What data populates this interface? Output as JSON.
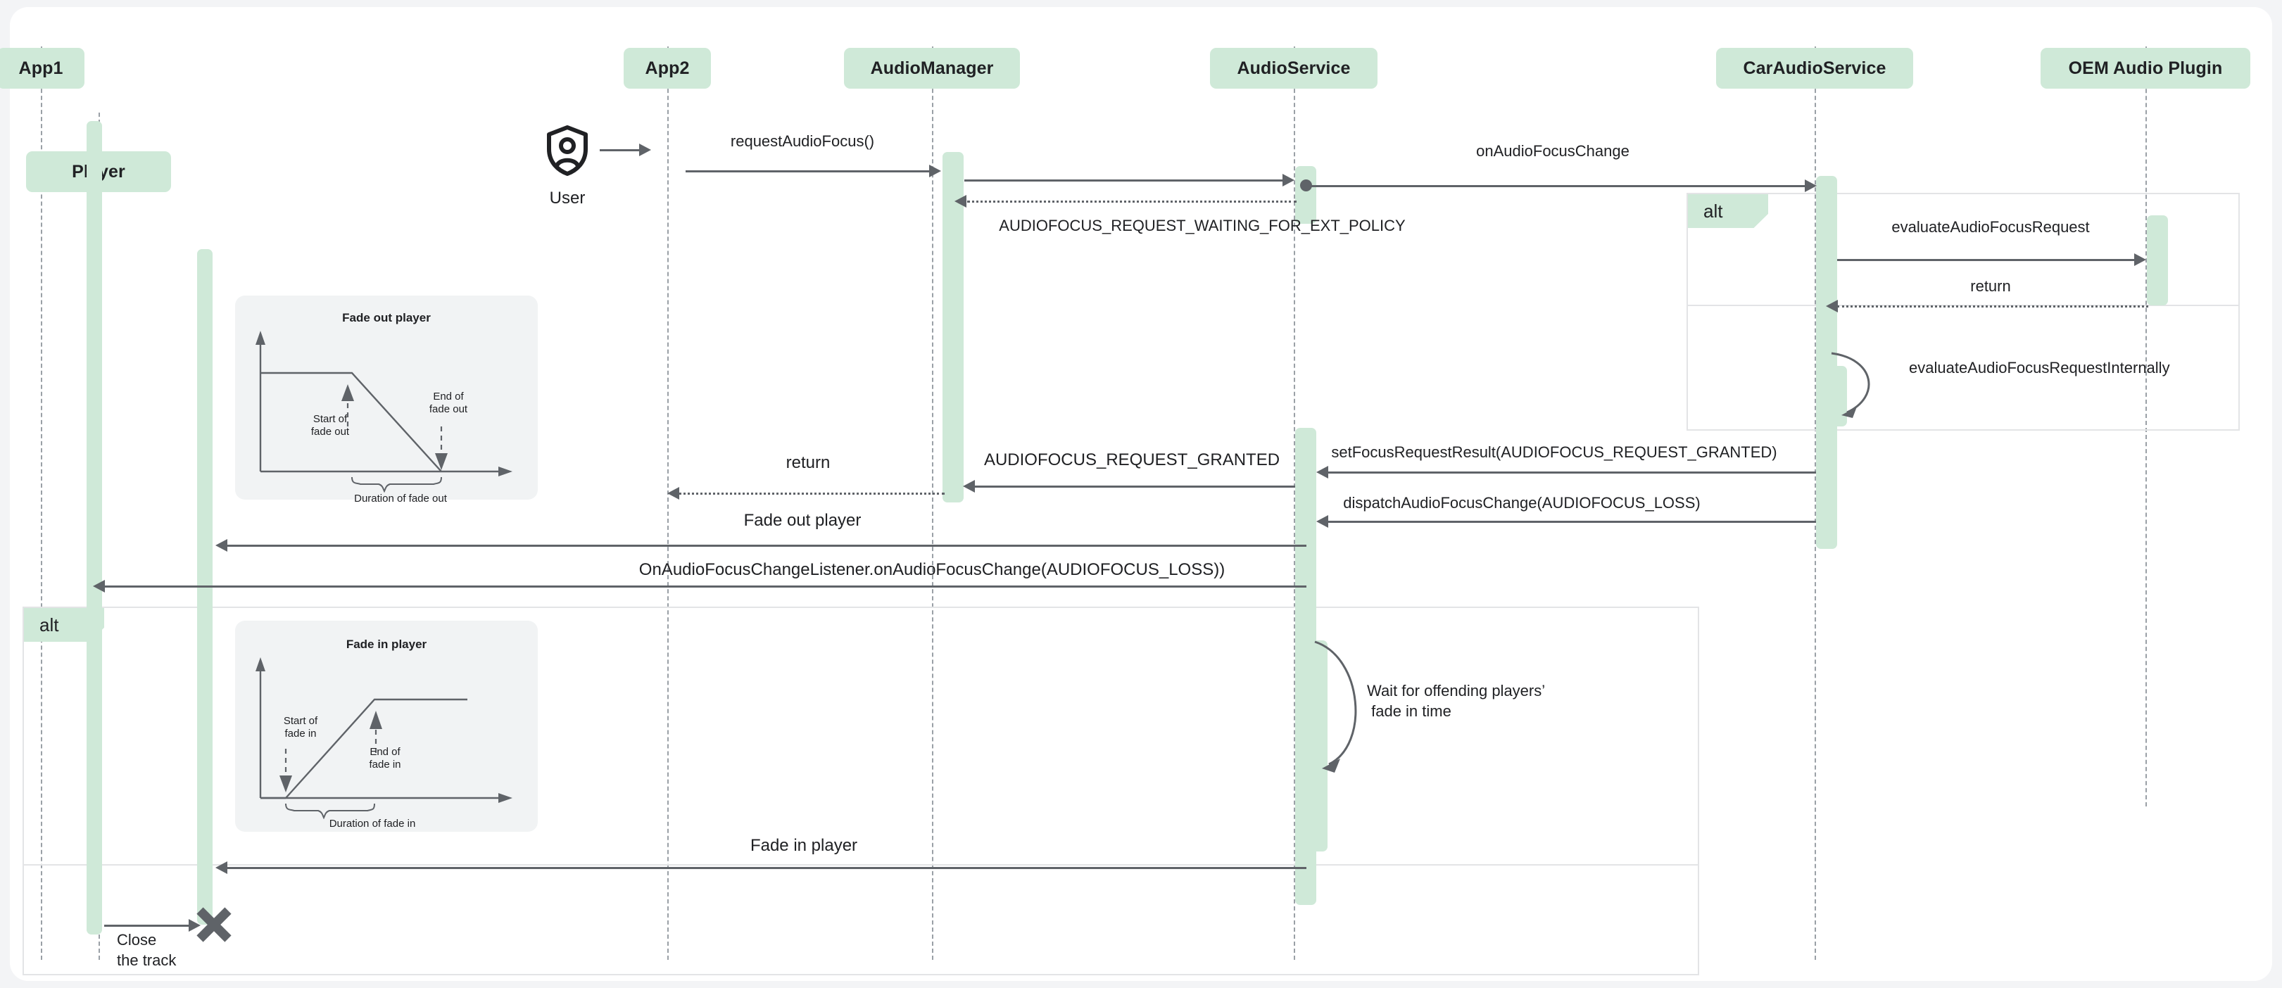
{
  "diagram": {
    "type": "uml-sequence-diagram",
    "title": "Audio focus fade in/out sequence",
    "colors": {
      "participant_fill": "#cfe9d8",
      "activation_fill": "#cfe9d8",
      "line": "#5f6368",
      "lifeline": "#9aa0a6",
      "note_fill": "#f1f3f4",
      "fragment_border": "#e3e4e6",
      "page_background": "#f3f4f6",
      "canvas_background": "#ffffff"
    }
  },
  "participants": [
    {
      "id": "app1",
      "label": "App1"
    },
    {
      "id": "player",
      "label": "Player"
    },
    {
      "id": "app2",
      "label": "App2"
    },
    {
      "id": "audiomanager",
      "label": "AudioManager"
    },
    {
      "id": "audioservice",
      "label": "AudioService"
    },
    {
      "id": "caraudioservice",
      "label": "CarAudioService"
    },
    {
      "id": "oemplugin",
      "label": "OEM Audio Plugin"
    }
  ],
  "actors": [
    {
      "id": "user",
      "label": "User",
      "icon": "user-shield-icon"
    }
  ],
  "messages": [
    {
      "id": "m1",
      "label": "requestAudioFocus()",
      "from": "user",
      "to": "audiomanager",
      "style": "solid"
    },
    {
      "id": "m2",
      "label": "",
      "from": "audiomanager",
      "to": "audioservice",
      "style": "solid"
    },
    {
      "id": "m3",
      "label": "onAudioFocusChange",
      "from": "audioservice",
      "to": "caraudioservice",
      "style": "solid"
    },
    {
      "id": "m4",
      "label": "AUDIOFOCUS_REQUEST_WAITING_FOR_EXT_POLICY",
      "from": "audioservice",
      "to": "audiomanager",
      "style": "dotted"
    },
    {
      "id": "m5",
      "label": "evaluateAudioFocusRequest",
      "from": "caraudioservice",
      "to": "oemplugin",
      "style": "solid"
    },
    {
      "id": "m6",
      "label": "return",
      "from": "oemplugin",
      "to": "caraudioservice",
      "style": "dotted"
    },
    {
      "id": "m7",
      "label": "evaluateAudioFocusRequestInternally",
      "from": "caraudioservice",
      "to": "caraudioservice",
      "style": "self"
    },
    {
      "id": "m8",
      "label": "setFocusRequestResult(AUDIOFOCUS_REQUEST_GRANTED)",
      "from": "caraudioservice",
      "to": "audioservice",
      "style": "solid"
    },
    {
      "id": "m9",
      "label": "AUDIOFOCUS_REQUEST_GRANTED",
      "from": "audioservice",
      "to": "audiomanager",
      "style": "solid"
    },
    {
      "id": "m10",
      "label": "return",
      "from": "audiomanager",
      "to": "app2",
      "style": "dotted"
    },
    {
      "id": "m11",
      "label": "dispatchAudioFocusChange(AUDIOFOCUS_LOSS)",
      "from": "caraudioservice",
      "to": "audioservice",
      "style": "solid"
    },
    {
      "id": "m12",
      "label": "Fade out player",
      "from": "audioservice",
      "to": "player",
      "style": "solid"
    },
    {
      "id": "m13",
      "label": "OnAudioFocusChangeListener.onAudioFocusChange(AUDIOFOCUS_LOSS))",
      "from": "audioservice",
      "to": "app1",
      "style": "solid"
    },
    {
      "id": "m14",
      "label": "Wait for offending players’ fade in time",
      "from": "audioservice",
      "to": "audioservice",
      "style": "self"
    },
    {
      "id": "m15",
      "label": "Fade in player",
      "from": "audioservice",
      "to": "player",
      "style": "solid"
    },
    {
      "id": "m16",
      "label": "Close the track",
      "from": "app1",
      "to": "player",
      "style": "solid",
      "terminates": true
    }
  ],
  "fragments": [
    {
      "id": "frag-right",
      "label": "alt",
      "operands": 2
    },
    {
      "id": "frag-left",
      "label": "alt",
      "operands": 2
    }
  ],
  "notes": [
    {
      "id": "note-fade-out",
      "title": "Fade out player",
      "annotations": [
        "Start of\nfade out",
        "End of\nfade out",
        "Duration of fade out"
      ],
      "chart_data": {
        "type": "line",
        "title": "Fade out player",
        "series": [
          {
            "name": "volume",
            "x": [
              0,
              45,
              92
            ],
            "y": [
              72,
              72,
              0
            ]
          }
        ],
        "x": [
          0,
          45,
          92
        ],
        "values": [
          72,
          72,
          0
        ],
        "xlabel": "",
        "ylabel": "",
        "xlim": [
          0,
          100
        ],
        "ylim": [
          0,
          100
        ],
        "grid": false,
        "legend": "none",
        "annotations": [
          {
            "text": "Start of fade out",
            "x": 45,
            "y": 72,
            "arrow": "up"
          },
          {
            "text": "End of fade out",
            "x": 92,
            "y": 0,
            "arrow": "down"
          },
          {
            "text": "Duration of fade out",
            "from_x": 45,
            "to_x": 92,
            "brace": "bottom"
          }
        ]
      }
    },
    {
      "id": "note-fade-in",
      "title": "Fade in player",
      "annotations": [
        "Start of\nfade in",
        "End of\nfade in",
        "Duration of fade in"
      ],
      "chart_data": {
        "type": "line",
        "title": "Fade in player",
        "series": [
          {
            "name": "volume",
            "x": [
              12,
              57,
              100
            ],
            "y": [
              0,
              72,
              72
            ]
          }
        ],
        "x": [
          12,
          57,
          100
        ],
        "values": [
          0,
          72,
          72
        ],
        "xlabel": "",
        "ylabel": "",
        "xlim": [
          0,
          100
        ],
        "ylim": [
          0,
          100
        ],
        "grid": false,
        "legend": "none",
        "annotations": [
          {
            "text": "Start of fade in",
            "x": 12,
            "y": 0,
            "arrow": "down"
          },
          {
            "text": "End of fade in",
            "x": 57,
            "y": 72,
            "arrow": "up"
          },
          {
            "text": "Duration of fade in",
            "from_x": 12,
            "to_x": 57,
            "brace": "bottom"
          }
        ]
      }
    }
  ],
  "labels": {
    "fade_out_note_title": "Fade out player",
    "fade_out_start": "Start of\nfade out",
    "fade_out_end": "End of\nfade out",
    "fade_out_duration": "Duration of fade out",
    "fade_in_note_title": "Fade in player",
    "fade_in_start": "Start of\nfade in",
    "fade_in_end": "End of\nfade in",
    "fade_in_duration": "Duration of fade in",
    "wait_note": "Wait for offending players’\n fade in time",
    "close_track": "Close\nthe track",
    "alt": "alt"
  }
}
